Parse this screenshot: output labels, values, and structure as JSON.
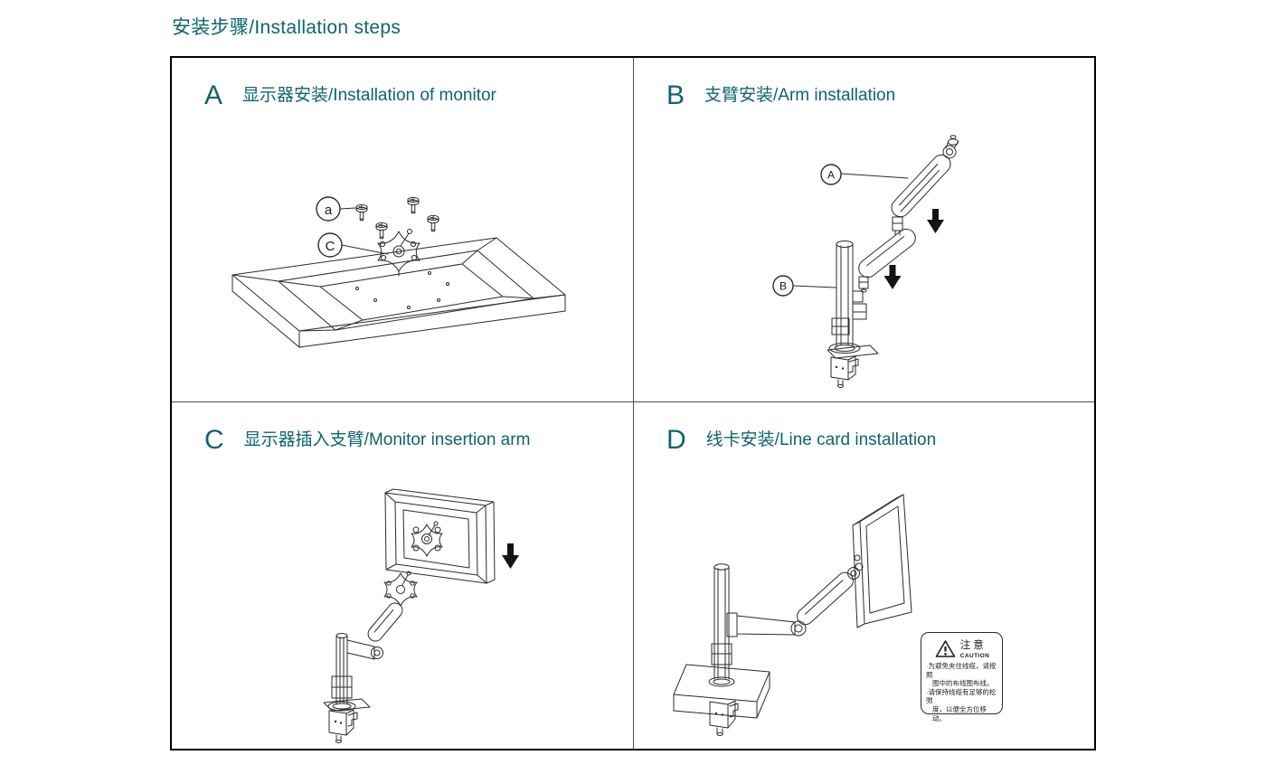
{
  "page_title": "安装步骤/Installation steps",
  "colors": {
    "accent_teal": "#0F646E",
    "outer_border": "#000000",
    "grid_divider": "#4D4D4D",
    "drawing_line": "#2B2B2B",
    "arrow_fill": "#141414",
    "background": "#FFFFFF"
  },
  "panels": [
    {
      "letter": "A",
      "title": "显示器安装/Installation of monitor",
      "balloons": [
        "a",
        "C"
      ]
    },
    {
      "letter": "B",
      "title": "支臂安装/Arm installation",
      "balloons": [
        "A",
        "B"
      ]
    },
    {
      "letter": "C",
      "title": "显示器插入支臂/Monitor insertion arm",
      "balloons": []
    },
    {
      "letter": "D",
      "title": "线卡安装/Line card installation",
      "balloons": []
    }
  ],
  "caution": {
    "title_zh": "注意",
    "title_en": "CAUTION",
    "lines": [
      "·为避免夹住线缆，请按照",
      "图中的布线图布线。",
      "·请保持线缆有足够的松弛",
      "度，以便全方位移动。"
    ]
  }
}
